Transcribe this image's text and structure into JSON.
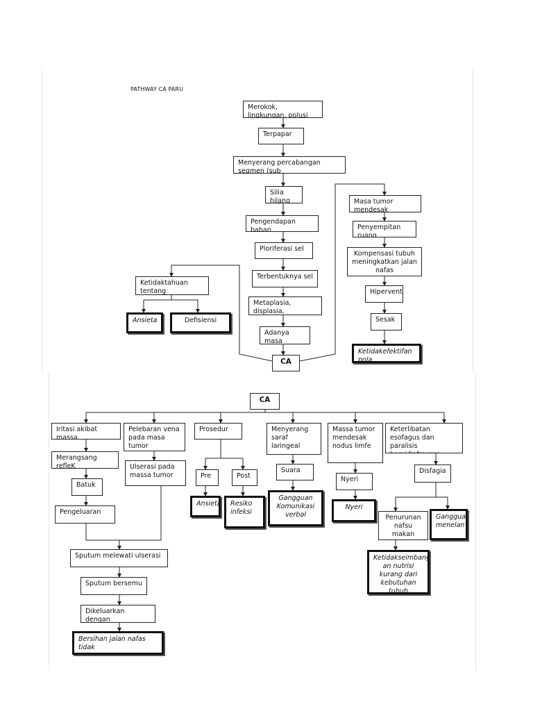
{
  "title": "PATHWAY CA PARU",
  "top": {
    "merokok": "Merokok, lingkungan, polusi",
    "terpapar": "Terpapar",
    "menyerang": "Menyerang percabangan segmen (sub",
    "silia": "Silia hilang",
    "pengendapan": "Pengendapan bahan",
    "ploriferasi": "Ploriferasi sel",
    "terbentuknya": "Terbentuknya sel",
    "metaplasia": "Metaplasia, displasia,",
    "adanya": "Adanya masa",
    "ca": "CA",
    "ketidaktahuan": "Ketidaktahuan tentang",
    "ansieta": "Ansieta",
    "defisiensi": "Defisiensi",
    "masa_tumor": "Masa tumor mendesak",
    "penyempitan": "Penyempitan ruang",
    "kompensasi": "Kompensasi tubuh meningkatkan jalan nafas",
    "hiperventila": "Hiperventila",
    "sesak": "Sesak",
    "ketidakefektifan": "Ketidakefektifan pola"
  },
  "bottom": {
    "ca": "CA",
    "iritasi": "Iritasi akibat massa",
    "merangsang": "Merangsang refleK",
    "batuk": "Batuk",
    "pengeluaran": "Pengeluaran",
    "pelebaran": "Pelebaran vena pada masa tumor",
    "ulserasi": "Ulserasi pada massa tumor",
    "sputum_ulserasi": "Sputum melewati ulserasi",
    "sputum_bersemu": "Sputum bersemu",
    "dikeluarkan": "Dikeluarkan dengan",
    "bersihan": "Bersihan jalan nafas tidak",
    "prosedur": "Prosedur",
    "pre": "Pre",
    "post": "Post",
    "ansieta": "Ansieta",
    "resiko": "Resiko infeksi",
    "menyerang_saraf": "Menyerang saraf laringeal",
    "suara": "Suara",
    "gangguan_komunikasi": "Gangguan Komunikasi verbal",
    "massa_nodus": "Massa tumor mendesak nodus limfe",
    "nyeri": "Nyeri",
    "nyeri2": "Nyeri",
    "keterlibatan": "Keterlibatan esofagus dan paralisis hemidiafragma",
    "disfagia": "Disfagia",
    "penurunan": "Penurunan nafsu makan",
    "gangguan_menelan": "Gangguan menelan",
    "ketidakseimbangan": "Ketidakseimbang an nutrisi kurang dari kebutuhan tubuh"
  }
}
